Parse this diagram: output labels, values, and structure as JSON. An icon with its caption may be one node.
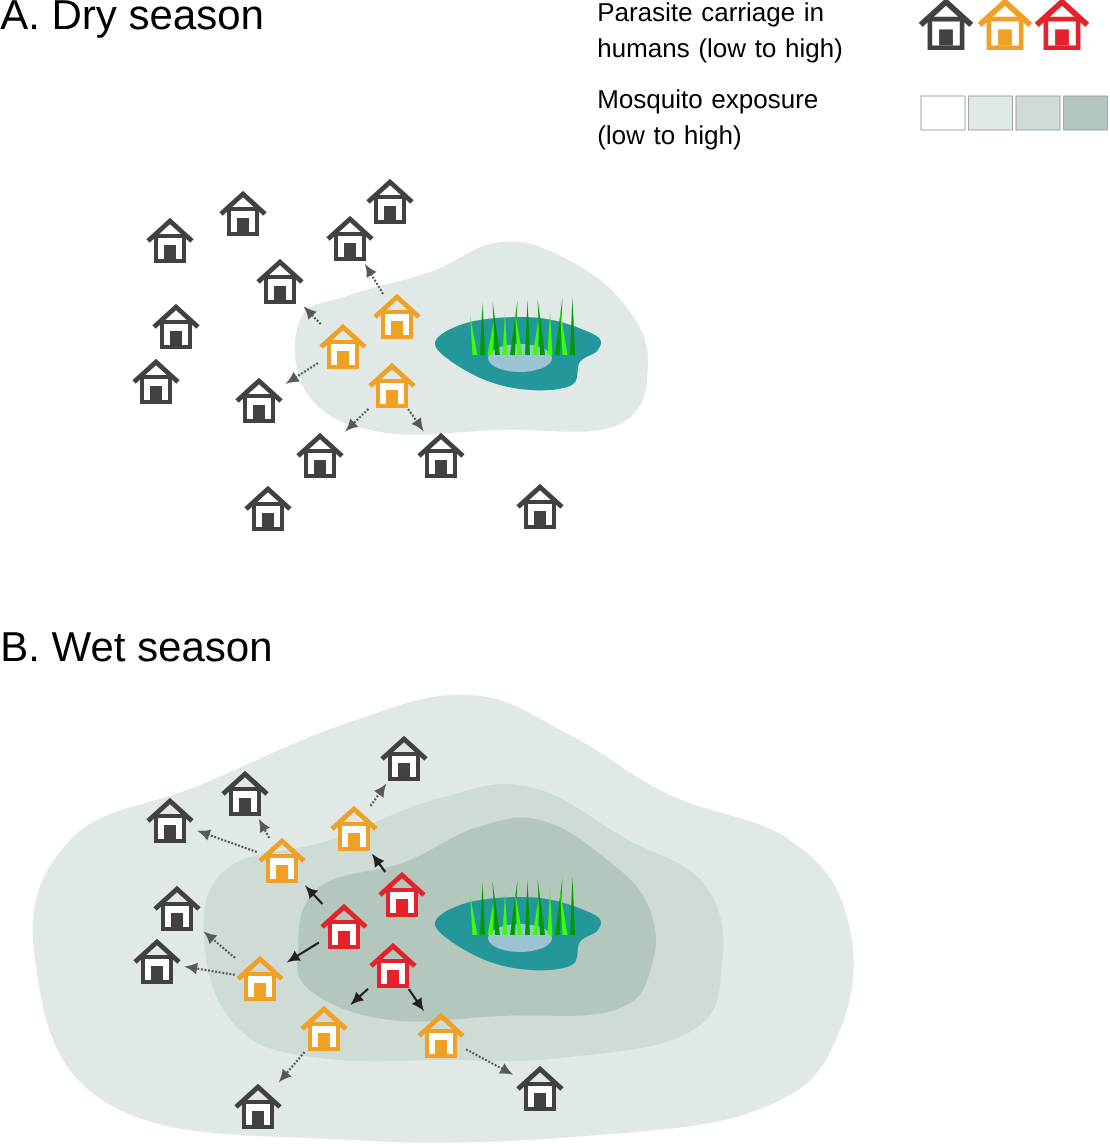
{
  "diagram": {
    "nodes": [
      {
        "text": [],
        "shape": "house"
      },
      {
        "text": [],
        "shape": "house"
      },
      {
        "text": [],
        "shape": "house"
      },
      {
        "text": [],
        "shape": "house"
      },
      {
        "text": [],
        "shape": "house"
      },
      {
        "text": [],
        "shape": "house"
      },
      {
        "text": [],
        "shape": "house"
      },
      {
        "text": [],
        "shape": "house"
      },
      {
        "text": [],
        "shape": "house"
      },
      {
        "text": [],
        "shape": "house"
      },
      {
        "text": [],
        "shape": "house"
      },
      {
        "text": [],
        "shape": "house"
      },
      {
        "text": [],
        "shape": "house"
      },
      {
        "text": [],
        "shape": "house"
      },
      {
        "text": [],
        "shape": "house"
      },
      {
        "text": [],
        "shape": "house"
      },
      {
        "text": [],
        "shape": "house"
      },
      {
        "text": [],
        "shape": "house"
      },
      {
        "text": [],
        "shape": "house"
      },
      {
        "text": [],
        "shape": "house"
      },
      {
        "text": [],
        "shape": "house"
      },
      {
        "text": [],
        "shape": "house"
      },
      {
        "text": [],
        "shape": "house"
      },
      {
        "text": [],
        "shape": "house"
      },
      {
        "text": [],
        "shape": "house"
      },
      {
        "text": [],
        "shape": "house"
      },
      {
        "text": [],
        "shape": "house"
      },
      {
        "text": [],
        "shape": "house"
      },
      {
        "text": [],
        "shape": "house"
      },
      {
        "text": [],
        "shape": "house"
      }
    ],
    "edges": [
      {
        "from": 5,
        "to": 3,
        "arrow": "to",
        "style": "dashed"
      },
      {
        "from": 7,
        "to": 4,
        "arrow": "to",
        "style": "dashed"
      },
      {
        "from": 7,
        "to": 10,
        "arrow": "to",
        "style": "dashed"
      },
      {
        "from": 9,
        "to": 11,
        "arrow": "to",
        "style": "dashed"
      },
      {
        "from": 9,
        "to": 12,
        "arrow": "to",
        "style": "dashed"
      },
      {
        "from": 18,
        "to": 17,
        "arrow": "to",
        "style": "dashed"
      },
      {
        "from": 19,
        "to": 16,
        "arrow": "to",
        "style": "dashed"
      },
      {
        "from": 19,
        "to": 15,
        "arrow": "to",
        "style": "dashed"
      },
      {
        "from": 20,
        "to": 18,
        "arrow": "to",
        "color": "#231f20"
      },
      {
        "from": 22,
        "to": 19,
        "arrow": "to",
        "color": "#231f20"
      },
      {
        "from": 22,
        "to": 24,
        "arrow": "to",
        "color": "#231f20"
      },
      {
        "from": 24,
        "to": 21,
        "arrow": "to",
        "style": "dashed"
      },
      {
        "from": 24,
        "to": 23,
        "arrow": "to",
        "style": "dashed"
      },
      {
        "from": 25,
        "to": 26,
        "arrow": "to",
        "color": "#231f20"
      },
      {
        "from": 25,
        "to": 27,
        "arrow": "to",
        "color": "#231f20"
      },
      {
        "from": 26,
        "to": 28,
        "arrow": "to",
        "style": "dashed"
      },
      {
        "from": 27,
        "to": 29,
        "arrow": "to",
        "style": "dashed"
      }
    ],
    "labels": [
      "A. Dry season",
      "B. Wet season"
    ],
    "legend": [
      {
        "text": "Parasite carriage in humans (low to high)"
      },
      {
        "text": "Mosquito exposure (low to high)"
      }
    ]
  }
}
